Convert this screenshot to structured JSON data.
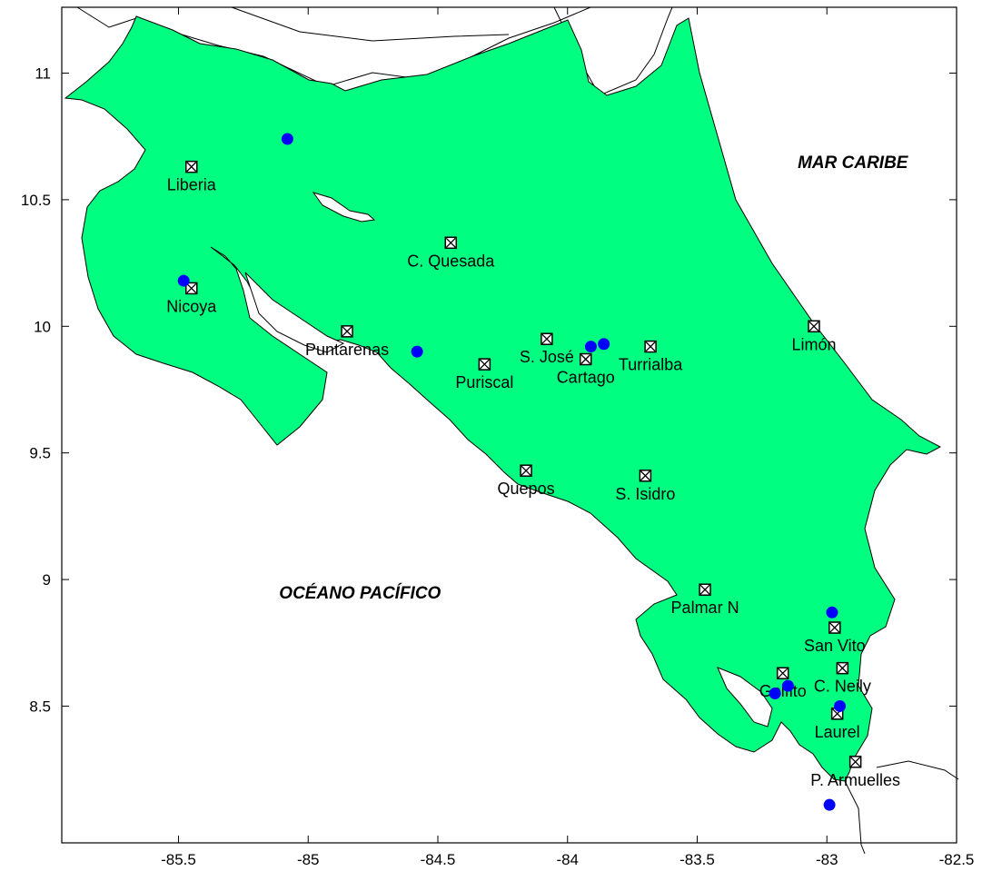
{
  "map": {
    "sea_labels": [
      {
        "id": "caribe",
        "text": "MAR CARIBE",
        "lon": -82.9,
        "lat": 10.65
      },
      {
        "id": "pacifico",
        "text": "OCÉANO PACÍFICO",
        "lon": -84.8,
        "lat": 8.95
      }
    ],
    "x_ticks": [
      {
        "value": -85.5,
        "label": "-85.5"
      },
      {
        "value": -85,
        "label": "-85"
      },
      {
        "value": -84.5,
        "label": "-84.5"
      },
      {
        "value": -84,
        "label": "-84"
      },
      {
        "value": -83.5,
        "label": "-83.5"
      },
      {
        "value": -83,
        "label": "-83"
      },
      {
        "value": -82.5,
        "label": "-82.5"
      }
    ],
    "y_ticks": [
      {
        "value": 11,
        "label": "11"
      },
      {
        "value": 10.5,
        "label": "10.5"
      },
      {
        "value": 10,
        "label": "10"
      },
      {
        "value": 9.5,
        "label": "9.5"
      },
      {
        "value": 9,
        "label": "9"
      },
      {
        "value": 8.5,
        "label": "8.5"
      }
    ],
    "xlim": [
      -85.95,
      -82.5
    ],
    "ylim": [
      7.96,
      11.26
    ],
    "colors": {
      "land": "#00ff80",
      "station": "#0000ff",
      "frame": "#000000"
    },
    "cities": [
      {
        "name": "Liberia",
        "lon": -85.45,
        "lat": 10.63
      },
      {
        "name": "C. Quesada",
        "lon": -84.45,
        "lat": 10.33
      },
      {
        "name": "Nicoya",
        "lon": -85.45,
        "lat": 10.15
      },
      {
        "name": "Puntarenas",
        "lon": -84.85,
        "lat": 9.98
      },
      {
        "name": "S. José",
        "lon": -84.08,
        "lat": 9.95
      },
      {
        "name": "Puriscal",
        "lon": -84.32,
        "lat": 9.85
      },
      {
        "name": "Cartago",
        "lon": -83.93,
        "lat": 9.87
      },
      {
        "name": "Turrialba",
        "lon": -83.68,
        "lat": 9.92
      },
      {
        "name": "Limón",
        "lon": -83.05,
        "lat": 10.0
      },
      {
        "name": "Quepos",
        "lon": -84.16,
        "lat": 9.43
      },
      {
        "name": "S. Isidro",
        "lon": -83.7,
        "lat": 9.41
      },
      {
        "name": "Palmar N",
        "lon": -83.47,
        "lat": 8.96
      },
      {
        "name": "San Vito",
        "lon": -82.97,
        "lat": 8.81
      },
      {
        "name": "Golfito",
        "lon": -83.17,
        "lat": 8.63
      },
      {
        "name": "C. Neily",
        "lon": -82.94,
        "lat": 8.65
      },
      {
        "name": "Laurel",
        "lon": -82.96,
        "lat": 8.47
      },
      {
        "name": "P. Armuelles",
        "lon": -82.89,
        "lat": 8.28
      }
    ],
    "stations": [
      {
        "lon": -85.08,
        "lat": 10.74
      },
      {
        "lon": -85.48,
        "lat": 10.18
      },
      {
        "lon": -84.58,
        "lat": 9.9
      },
      {
        "lon": -83.91,
        "lat": 9.92
      },
      {
        "lon": -83.86,
        "lat": 9.93
      },
      {
        "lon": -82.98,
        "lat": 8.87
      },
      {
        "lon": -83.15,
        "lat": 8.58
      },
      {
        "lon": -83.2,
        "lat": 8.55
      },
      {
        "lon": -82.95,
        "lat": 8.5
      },
      {
        "lon": -82.99,
        "lat": 8.11
      }
    ]
  }
}
